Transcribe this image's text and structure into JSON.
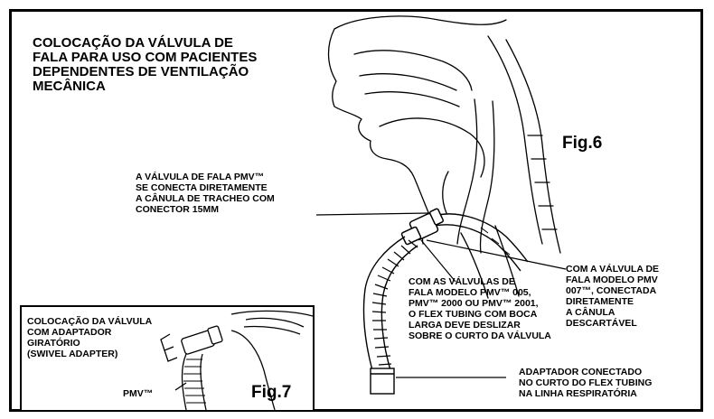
{
  "title": "COLOCAÇÃO DA VÁLVULA DE\nFALA PARA USO COM PACIENTES\nDEPENDENTES DE VENTILAÇÃO\nMECÂNICA",
  "figures": {
    "main": "Fig.6",
    "inset": "Fig.7"
  },
  "callouts": {
    "pmv_connects": "A VÁLVULA DE FALA PMV™\nSE CONECTA DIRETAMENTE\nA CÂNULA DE TRACHEO COM\nCONECTOR 15MM",
    "models_005_2000_2001": "COM AS VÁLVULAS DE\nFALA MODELO PMV™ 005,\nPMV™ 2000 OU PMV™ 2001,\nO FLEX TUBING COM BOCA\nLARGA DEVE DESLIZAR\nSOBRE O CURTO DA VÁLVULA",
    "model_007": "COM A VÁLVULA DE\nFALA MODELO PMV\n007™, CONECTADA\nDIRETAMENTE\nA CÂNULA\nDESCARTÁVEL",
    "adapter": "ADAPTADOR CONECTADO\nNO CURTO DO FLEX TUBING\nNA LINHA RESPIRATÓRIA"
  },
  "inset": {
    "caption": "COLOCAÇÃO DA VÁLVULA\nCOM ADAPTADOR\nGIRATÓRIO\n(SWIVEL ADAPTER)",
    "pmv_label": "PMV™"
  }
}
